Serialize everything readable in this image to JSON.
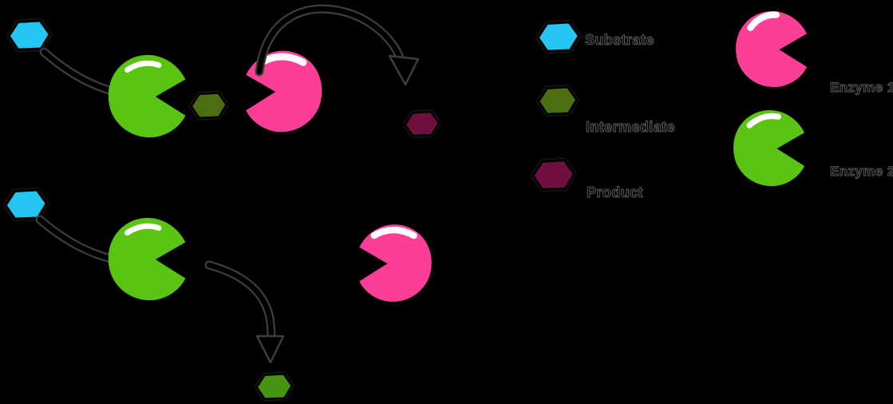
{
  "legend": {
    "items": [
      {
        "label": "Substrate",
        "shape": "hexagon",
        "color": "#24c5f0"
      },
      {
        "label": "Intermediate",
        "shape": "hexagon",
        "color": "#4a6e10"
      },
      {
        "label": "Product",
        "shape": "hexagon",
        "color": "#701040"
      },
      {
        "label": "Enzyme 1",
        "shape": "enzyme-blob",
        "color": "#fb3f96"
      },
      {
        "label": "Enzyme 2",
        "shape": "enzyme-blob",
        "color": "#5ac413"
      }
    ]
  },
  "colors": {
    "substrate": "#24c5f0",
    "intermediate": "#4a6e10",
    "intermediate_final": "#459310",
    "product": "#701040",
    "enzyme1": "#fb3f96",
    "enzyme2": "#5ac413",
    "arrow": "#000000",
    "arrow_halo": "#3d3d3d",
    "highlight": "#ffffff",
    "background": "#000000"
  }
}
